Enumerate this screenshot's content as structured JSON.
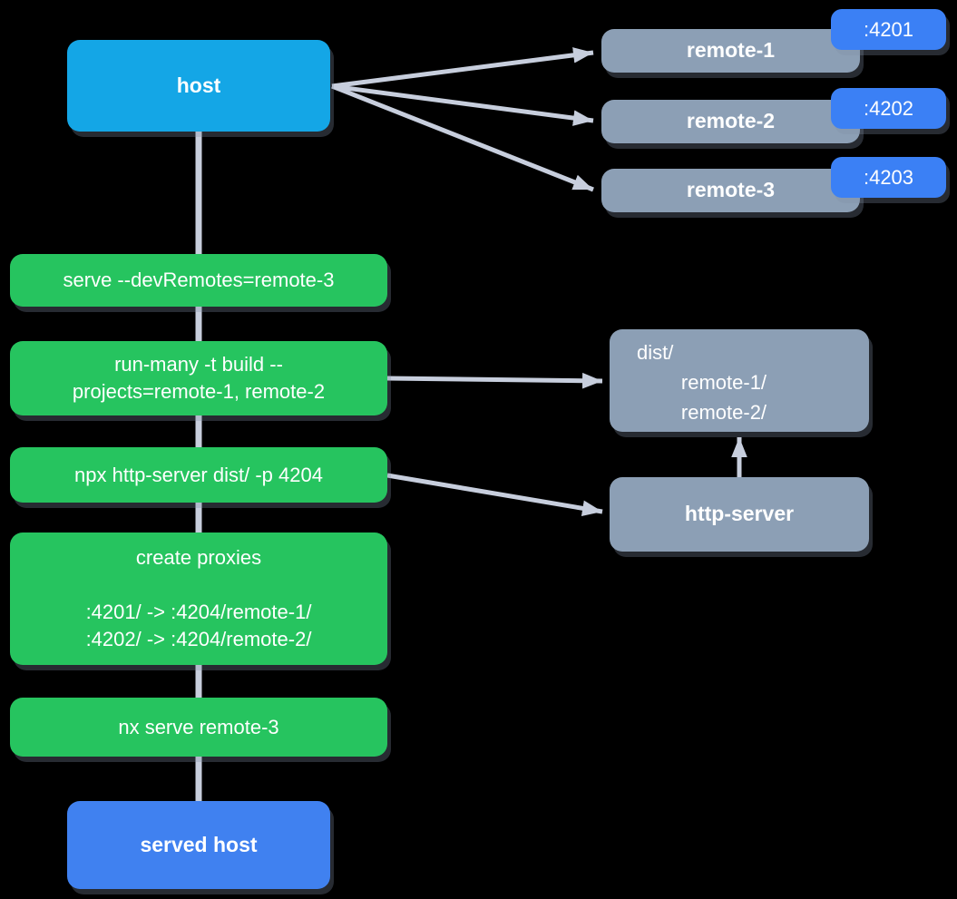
{
  "colors": {
    "background": "#000000",
    "host": "#14a6e6",
    "step": "#26c45f",
    "gray_node": "#8c9fb5",
    "port": "#3b80f5",
    "served": "#4081f0",
    "edge": "#c7cedd",
    "text": "#ffffff"
  },
  "nodes": {
    "host": {
      "label": "host"
    },
    "remotes": [
      {
        "name": "remote-1",
        "port": ":4201"
      },
      {
        "name": "remote-2",
        "port": ":4202"
      },
      {
        "name": "remote-3",
        "port": ":4203"
      }
    ],
    "steps": [
      {
        "text": "serve --devRemotes=remote-3"
      },
      {
        "text": "run-many -t build --\nprojects=remote-1, remote-2"
      },
      {
        "text": "npx http-server dist/ -p 4204"
      },
      {
        "text": "create proxies\n\n:4201/ -> :4204/remote-1/\n:4202/ -> :4204/remote-2/"
      },
      {
        "text": "nx serve remote-3"
      }
    ],
    "dist": {
      "text": "dist/\n        remote-1/\n        remote-2/"
    },
    "http_server": {
      "label": "http-server"
    },
    "served_host": {
      "label": "served host"
    }
  }
}
